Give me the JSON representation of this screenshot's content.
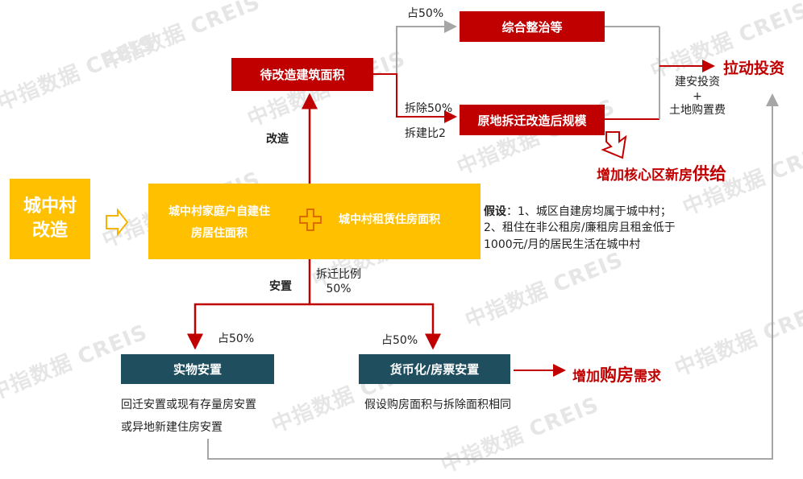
{
  "watermark": "中指数据 CREIS",
  "urban_village": {
    "line1": "城中村",
    "line2": "改造"
  },
  "pending_area": "待改造建筑面积",
  "comprehensive": "综合整治等",
  "rebuild": "原地拆迁改造后规模",
  "share_top": "占50%",
  "demolish_label": "拆除50%",
  "rebuild_ratio": "拆建比2",
  "renovation_label": "改造",
  "investment_note": {
    "line1": "建安投资",
    "plus": "+",
    "line2": "土地购置费"
  },
  "boost_investment": "拉动投资",
  "boost_supply": {
    "prefix": "增加核心区新房",
    "emph": "供给"
  },
  "household_housing": {
    "line1": "城中村家庭户自建住",
    "line2": "房居住面积"
  },
  "rental_housing": "城中村租赁住房面积",
  "assumption": {
    "label": "假设",
    "line1": "：1、城区自建房均属于城中村；",
    "line2": "2、租住在非公租房/廉租房且租金低于",
    "line3": "1000元/月的居民生活在城中村"
  },
  "resettle_label": "安置",
  "demolition_ratio": {
    "line1": "拆迁比例",
    "line2": "50%"
  },
  "share_left": "占50%",
  "share_right": "占50%",
  "physical_resettle": "实物安置",
  "monetary_resettle": "货币化/房票安置",
  "physical_note": {
    "line1": "回迁安置或现有存量房安置",
    "line2": "或异地新建住房安置"
  },
  "monetary_note": "假设购房面积与拆除面积相同",
  "boost_demand": {
    "prefix": "增加",
    "emph": "购房",
    "suffix": "需求"
  }
}
